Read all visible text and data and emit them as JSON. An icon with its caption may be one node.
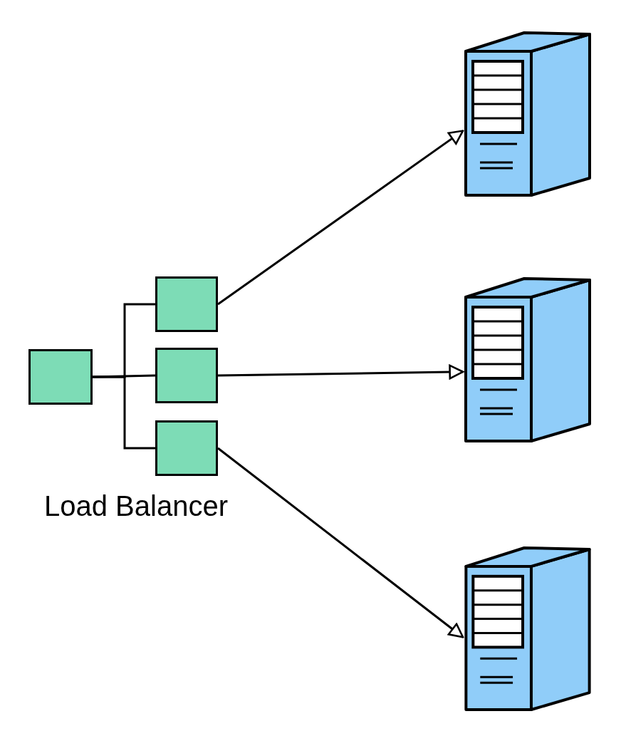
{
  "diagram": {
    "nodes": [
      {
        "text": [],
        "shape": "box"
      },
      {
        "text": [],
        "shape": "box"
      },
      {
        "text": [],
        "shape": "box"
      },
      {
        "text": [],
        "shape": "box"
      },
      {
        "text": [],
        "shape": "picture"
      },
      {
        "text": [],
        "shape": "picture"
      },
      {
        "text": [],
        "shape": "picture"
      }
    ],
    "edges": [
      {
        "from": 0,
        "to": 1,
        "arrow": "none"
      },
      {
        "from": 0,
        "to": 2,
        "arrow": "none"
      },
      {
        "from": 0,
        "to": 3,
        "arrow": "none"
      },
      {
        "from": 1,
        "to": 4,
        "arrow": "to"
      },
      {
        "from": 2,
        "to": 5,
        "arrow": "to"
      },
      {
        "from": 3,
        "to": 6,
        "arrow": "to"
      }
    ],
    "labels": [
      "Load Balancer"
    ]
  }
}
